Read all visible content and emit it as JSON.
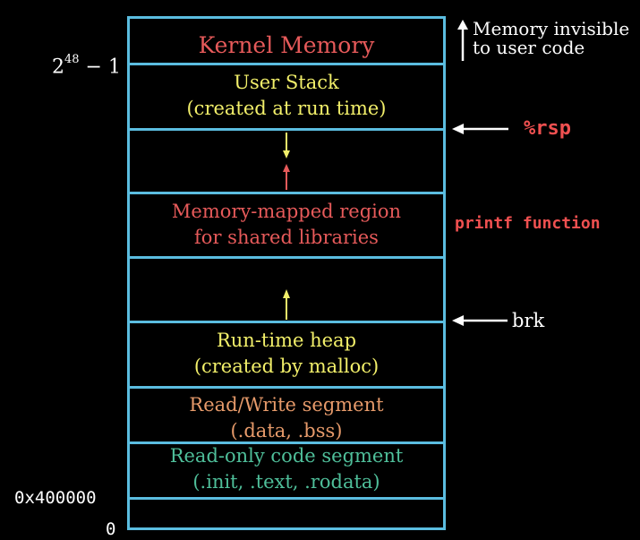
{
  "segments": {
    "kernel": "Kernel Memory",
    "user_stack": [
      "User Stack",
      "(created at run time)"
    ],
    "mmap": [
      "Memory-mapped region",
      "for shared libraries"
    ],
    "heap": [
      "Run-time heap",
      "(created by malloc)"
    ],
    "rw": [
      "Read/Write segment",
      "(.data, .bss)"
    ],
    "ro": [
      "Read-only code segment",
      "(.init, .text, .rodata)"
    ]
  },
  "addresses": {
    "top_base": "2",
    "top_exp": "48",
    "top_rest": " − 1",
    "code_start": "0x400000",
    "zero": "0"
  },
  "annotations": {
    "invisible": [
      "Memory invisible",
      "to user code"
    ],
    "rsp": "%rsp",
    "printf": "printf function",
    "brk": "brk"
  },
  "colors": {
    "frame": "#5bbde0",
    "kernel": "#e65a5a",
    "stack_heap": "#f2ef6a",
    "mmap": "#e65a5a",
    "rw": "#e69a6a",
    "ro": "#4fbf9a",
    "pointer_label": "#f05050",
    "background": "#000000"
  }
}
